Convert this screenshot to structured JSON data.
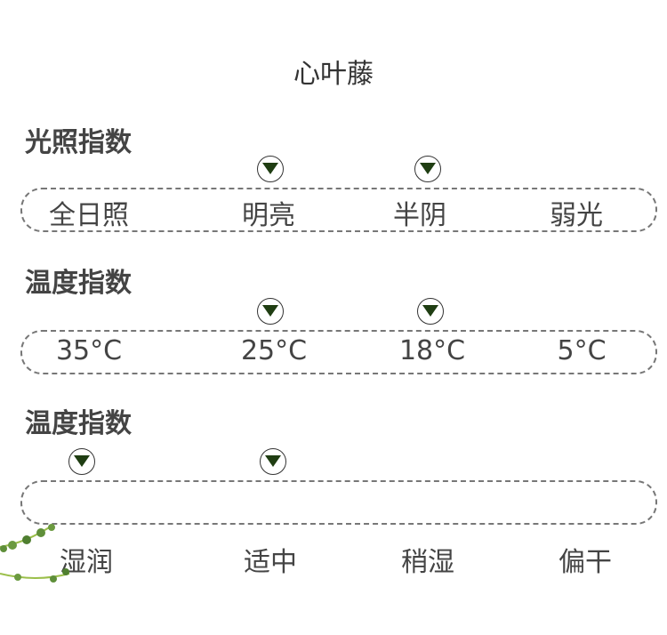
{
  "title": "心叶藤",
  "sections": [
    {
      "heading": "光照指数",
      "options": [
        "全日照",
        "明亮",
        "半阴",
        "弱光"
      ],
      "selected": [
        "明亮",
        "半阴"
      ]
    },
    {
      "heading": "温度指数",
      "options": [
        "35°C",
        "25°C",
        "18°C",
        "5°C"
      ],
      "selected": [
        "25°C",
        "18°C"
      ]
    },
    {
      "heading": "温度指数",
      "options": [
        "湿润",
        "适中",
        "稍湿",
        "偏干"
      ],
      "selected": [
        "湿润",
        "适中"
      ]
    }
  ],
  "colors": {
    "marker": "#1f3d12",
    "border": "#777777",
    "text": "#444444"
  }
}
